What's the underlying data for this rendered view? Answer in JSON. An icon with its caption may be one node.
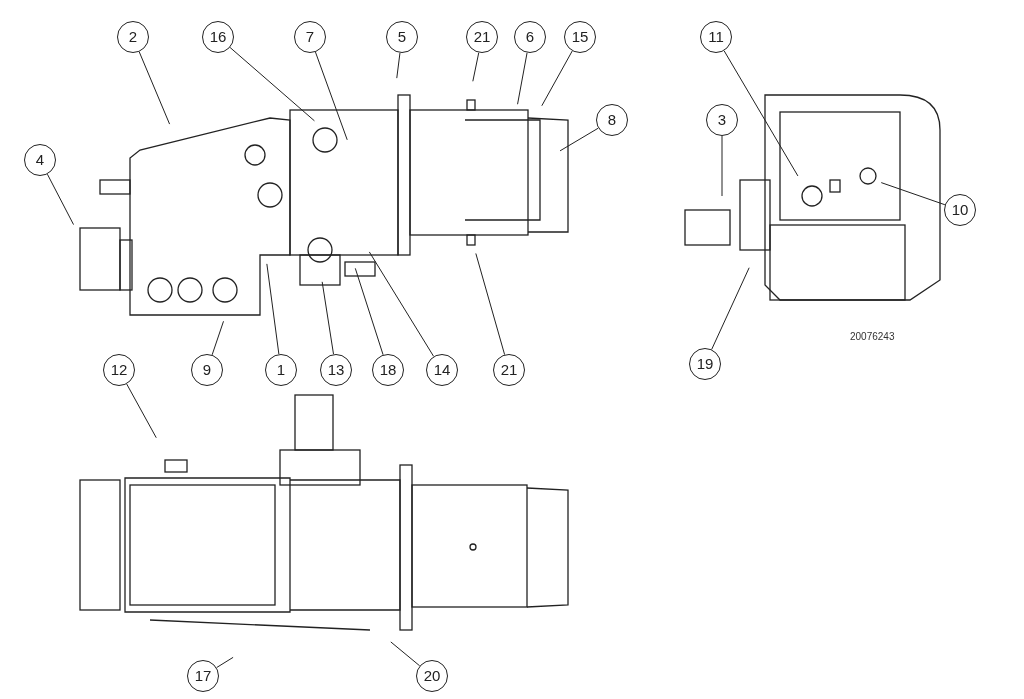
{
  "diagram": {
    "nodes": [
      {
        "text": [
          "2"
        ]
      },
      {
        "text": [
          "16"
        ]
      },
      {
        "text": [
          "7"
        ]
      },
      {
        "text": [
          "5"
        ]
      },
      {
        "text": [
          "21"
        ]
      },
      {
        "text": [
          "6"
        ]
      },
      {
        "text": [
          "15"
        ]
      },
      {
        "text": [
          "11"
        ]
      },
      {
        "text": [
          "3"
        ]
      },
      {
        "text": [
          "8"
        ]
      },
      {
        "text": [
          "4"
        ]
      },
      {
        "text": [
          "10"
        ]
      },
      {
        "text": [
          "9"
        ]
      },
      {
        "text": [
          "1"
        ]
      },
      {
        "text": [
          "13"
        ]
      },
      {
        "text": [
          "18"
        ]
      },
      {
        "text": [
          "14"
        ]
      },
      {
        "text": [
          "21"
        ]
      },
      {
        "text": [
          "19"
        ]
      },
      {
        "text": [
          "12"
        ]
      },
      {
        "text": [
          "17"
        ]
      },
      {
        "text": [
          "20"
        ]
      }
    ],
    "edges": [
      {
        "from": 0,
        "to": null,
        "arrow": "none"
      },
      {
        "from": 1,
        "to": null,
        "arrow": "none"
      },
      {
        "from": 2,
        "to": null,
        "arrow": "none"
      },
      {
        "from": 3,
        "to": null,
        "arrow": "none"
      },
      {
        "from": 4,
        "to": null,
        "arrow": "none"
      },
      {
        "from": 5,
        "to": null,
        "arrow": "none"
      },
      {
        "from": 6,
        "to": null,
        "arrow": "none"
      },
      {
        "from": 7,
        "to": null,
        "arrow": "none"
      },
      {
        "from": 8,
        "to": null,
        "arrow": "none"
      },
      {
        "from": 9,
        "to": null,
        "arrow": "none"
      },
      {
        "from": 10,
        "to": null,
        "arrow": "none"
      },
      {
        "from": 11,
        "to": null,
        "arrow": "none"
      },
      {
        "from": 12,
        "to": null,
        "arrow": "none"
      },
      {
        "from": 13,
        "to": null,
        "arrow": "none"
      },
      {
        "from": 14,
        "to": null,
        "arrow": "none"
      },
      {
        "from": 15,
        "to": null,
        "arrow": "none"
      },
      {
        "from": 16,
        "to": null,
        "arrow": "none"
      },
      {
        "from": 17,
        "to": null,
        "arrow": "none"
      },
      {
        "from": 18,
        "to": null,
        "arrow": "none"
      },
      {
        "from": 19,
        "to": null,
        "arrow": "none"
      },
      {
        "from": 20,
        "to": null,
        "arrow": "none"
      },
      {
        "from": 21,
        "to": null,
        "arrow": "none"
      }
    ],
    "labels": [
      "20076243"
    ]
  }
}
